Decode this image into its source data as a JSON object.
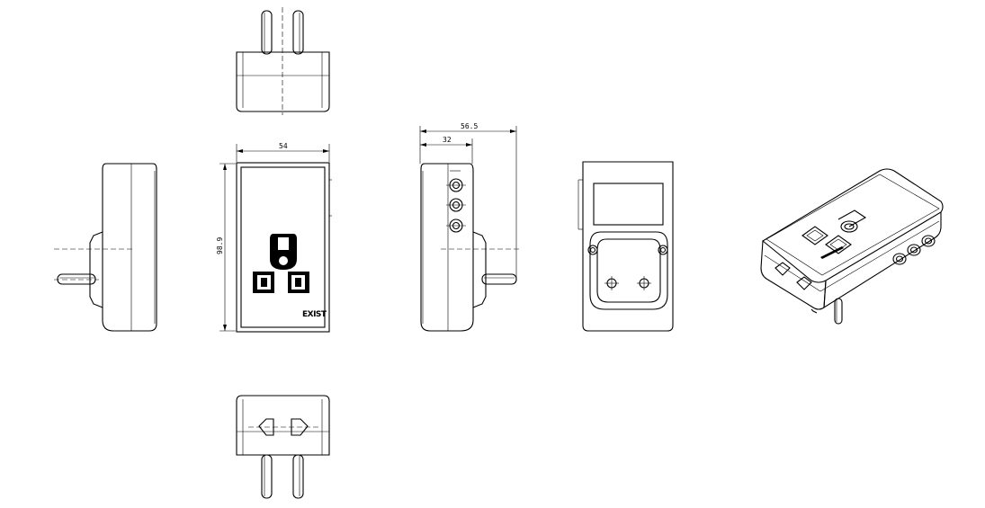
{
  "dimensions": {
    "front_width": "54",
    "front_height": "98.9",
    "side_depth_body": "32",
    "side_depth_total": "56.5"
  },
  "branding": {
    "logo_text": "EXIST"
  },
  "views": [
    "top-view",
    "left-side-view",
    "front-view",
    "right-side-view",
    "back-view",
    "bottom-view",
    "isometric-view"
  ]
}
